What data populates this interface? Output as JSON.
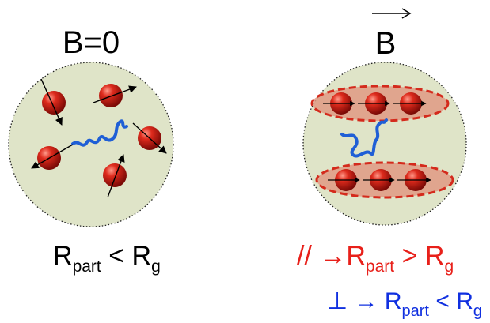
{
  "left_panel": {
    "title": "B=0",
    "relation": {
      "lhs": "R",
      "lhs_sub": "part",
      "op": "<",
      "rhs": "R",
      "rhs_sub": "g"
    }
  },
  "right_panel": {
    "title": "B",
    "relation_parallel": {
      "symbol": "//",
      "arrow": "→",
      "lhs": "R",
      "lhs_sub": "part",
      "op": ">",
      "rhs": "R",
      "rhs_sub": "g"
    },
    "relation_perpendicular": {
      "symbol": "⊥",
      "arrow": "→",
      "lhs": "R",
      "lhs_sub": "part",
      "op": "<",
      "rhs": "R",
      "rhs_sub": "g"
    }
  },
  "colors": {
    "sphere_fill": "#dfe4c8",
    "particle": "#cc1a12",
    "polymer_chain": "#1f5fd6",
    "ellipse_fill": "#e19a84",
    "ellipse_border": "#d42a1c",
    "parallel_text": "#e8201a",
    "perp_text": "#1030e0"
  }
}
